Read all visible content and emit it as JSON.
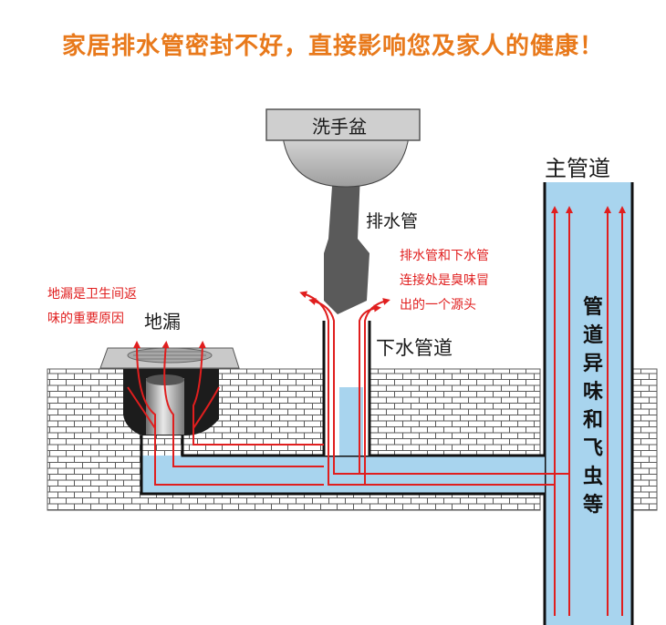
{
  "headline": "家居排水管密封不好，直接影响您及家人的健康！",
  "colors": {
    "headline": "#e8791b",
    "annotation_red": "#e01e1e",
    "water": "#a8d4ee",
    "pipe_outline": "#111111",
    "brick_line": "#5a5a5a",
    "sink_grey": "#bdbdbd",
    "drain_pipe_grey": "#5a5a5a"
  },
  "labels": {
    "sink": "洗手盆",
    "drain_pipe": "排水管",
    "down_pipe": "下水管道",
    "main_pipe": "主管道",
    "floor_drain": "地漏"
  },
  "annotations": {
    "joint_line1": "排水管和下水管",
    "joint_line2": "连接处是臭味冒",
    "joint_line3": "出的一个源头",
    "floor_line1": "地漏是卫生间返",
    "floor_line2": "味的重要原因"
  },
  "main_pipe_vertical": [
    "管",
    "道",
    "异",
    "味",
    "和",
    "飞",
    "虫",
    "等"
  ]
}
